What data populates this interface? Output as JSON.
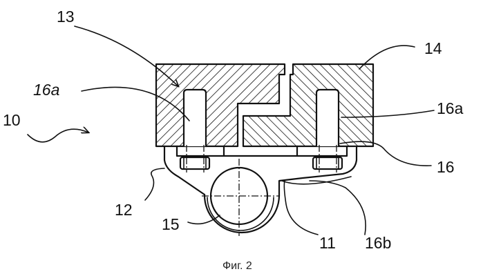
{
  "figure": {
    "caption": "Фиг. 2",
    "labels": {
      "l10": "10",
      "l11": "11",
      "l12": "12",
      "l13": "13",
      "l14": "14",
      "l15": "15",
      "l16": "16",
      "l16a_left": "16a",
      "l16a_right": "16a",
      "l16b": "16b"
    }
  }
}
